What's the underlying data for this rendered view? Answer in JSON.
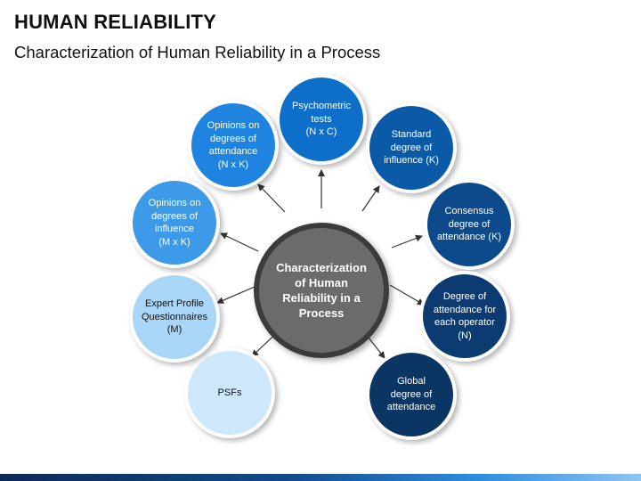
{
  "header": {
    "title": "HUMAN RELIABILITY",
    "subtitle": "Characterization of Human Reliability in a Process"
  },
  "center": {
    "label": "Characterization\nof Human\nReliability in a\nProcess"
  },
  "nodes": [
    {
      "name": "node-psychometric-tests",
      "label": "Psychometric\ntests\n(N x C)",
      "color": "#0d6fc9",
      "text_color": "#ffffff"
    },
    {
      "name": "node-standard-degree-of-influence",
      "label": "Standard\ndegree of\ninfluence (K)",
      "color": "#0b5aa8",
      "text_color": "#ffffff"
    },
    {
      "name": "node-consensus-degree-of-attendance",
      "label": "Consensus\ndegree of\nattendance (K)",
      "color": "#0c4a8c",
      "text_color": "#ffffff"
    },
    {
      "name": "node-degree-of-attendance-each-operator",
      "label": "Degree of\nattendance for\neach operator\n(N)",
      "color": "#0c3b72",
      "text_color": "#ffffff"
    },
    {
      "name": "node-global-degree-of-attendance",
      "label": "Global\ndegree of\nattendance",
      "color": "#0b3562",
      "text_color": "#ffffff"
    },
    {
      "name": "node-psfs",
      "label": "PSFs",
      "color": "#cde7fb",
      "text_color": "#111111"
    },
    {
      "name": "node-expert-profile-questionnaires",
      "label": "Expert Profile\nQuestionnaires\n(M)",
      "color": "#a9d6f6",
      "text_color": "#111111"
    },
    {
      "name": "node-opinions-degrees-of-influence",
      "label": "Opinions on\ndegrees of\ninfluence\n(M x K)",
      "color": "#3d9ae8",
      "text_color": "#ffffff"
    },
    {
      "name": "node-opinions-degrees-of-attendance",
      "label": "Opinions on\ndegrees of\nattendance\n(N x K)",
      "color": "#1f83e0",
      "text_color": "#ffffff"
    }
  ],
  "colors": {
    "arrow": "#333333",
    "center_fill": "#6b6b6b",
    "center_ring": "#3b3b3b"
  }
}
